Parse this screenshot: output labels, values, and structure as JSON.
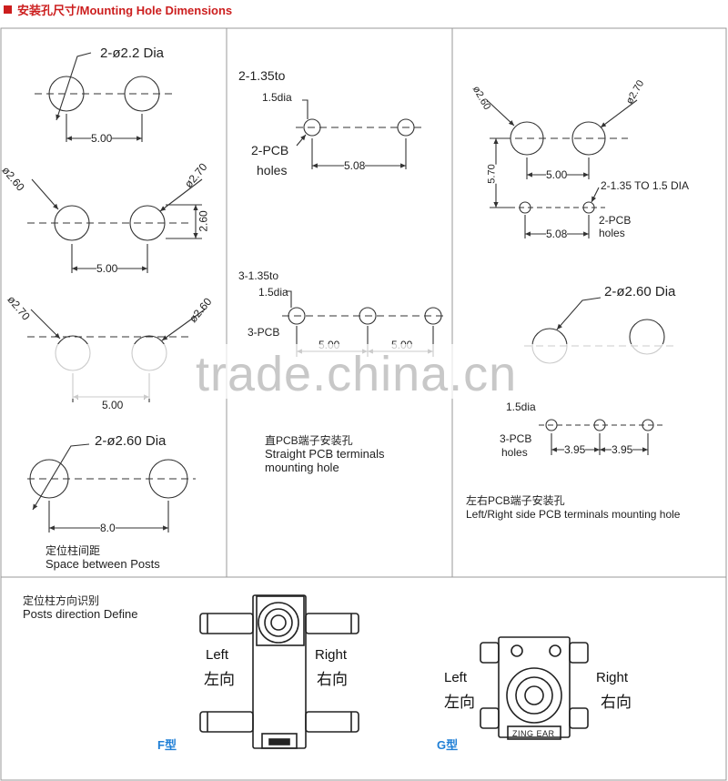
{
  "header": {
    "title": "安装孔尺寸/Mounting Hole Dimensions",
    "accent": "#cc1e1e"
  },
  "panel_left": {
    "d1": {
      "callout": "2-ø2.2  Dia",
      "spacing": "5.00"
    },
    "d2": {
      "left_dia": "ø2.60",
      "right_dia": "ø2.70",
      "height": "2.60",
      "spacing": "5.00"
    },
    "d3": {
      "left_dia": "ø2.70",
      "right_dia": "ø2.60",
      "spacing": "5.00"
    },
    "d4": {
      "callout": "2-ø2.60  Dia",
      "spacing": "8.0"
    },
    "caption_cn": "定位柱间距",
    "caption_en": "Space between Posts"
  },
  "panel_middle": {
    "d1": {
      "callout_a": "2-1.35to",
      "callout_b": "1.5dia",
      "holes_a": "2-PCB",
      "holes_b": "holes",
      "spacing": "5.08"
    },
    "d2": {
      "callout_a": "3-1.35to",
      "callout_b": "1.5dia",
      "holes_a": "3-PCB",
      "spacing_1": "5.00",
      "spacing_2": "5.00"
    },
    "caption_cn": "直PCB端子安装孔",
    "caption_en_1": "Straight PCB terminals",
    "caption_en_2": "mounting hole"
  },
  "panel_right": {
    "d1": {
      "left_dia": "ø2.60",
      "right_dia": "ø2.70",
      "height": "5.70",
      "spacing_top": "5.00",
      "callout": "2-1.35 TO 1.5 DIA",
      "holes_a": "2-PCB",
      "holes_b": "holes",
      "spacing_bottom": "5.08"
    },
    "d2": {
      "callout": "2-ø2.60  Dia",
      "small_callout": "1.5dia",
      "holes_a": "3-PCB",
      "holes_b": "holes",
      "spacing_1": "3.95",
      "spacing_2": "3.95"
    },
    "caption": "左右PCB端子安装孔",
    "caption_en": "Left/Right side PCB terminals mounting hole"
  },
  "panel_bottom": {
    "caption_cn": "定位柱方向识别",
    "caption_en": "Posts direction Define",
    "f": {
      "left_en": "Left",
      "left_cn": "左向",
      "right_en": "Right",
      "right_cn": "右向",
      "type": "F型"
    },
    "g": {
      "left_en": "Left",
      "left_cn": "左向",
      "right_en": "Right",
      "right_cn": "右向",
      "type": "G型",
      "brand": "ZING EAR"
    },
    "type_color": "#1f7fd6"
  },
  "watermark": {
    "text": "trade.china.cn"
  }
}
